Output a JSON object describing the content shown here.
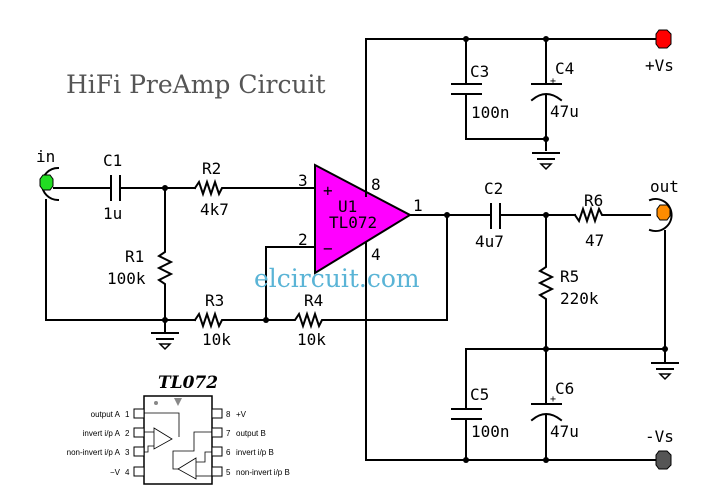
{
  "title": "HiFi PreAmp Circuit",
  "watermark": "elcircuit.com",
  "colors": {
    "opamp_fill": "#ff00ff",
    "input_jack": "#22dd22",
    "output_jack": "#ff8c00",
    "pos_supply": "#ff0000",
    "neg_supply": "#555555",
    "watermark": "#5ab4d6"
  },
  "terminals": {
    "input": "in",
    "output": "out",
    "pos_supply": "+Vs",
    "neg_supply": "-Vs"
  },
  "opamp": {
    "ref": "U1",
    "part": "TL072",
    "pin_noninv": "3",
    "pin_inv": "2",
    "pin_out": "1",
    "pin_vpos": "8",
    "pin_vneg": "4",
    "plus_sign": "+",
    "minus_sign": "−"
  },
  "components": {
    "C1": {
      "ref": "C1",
      "value": "1u"
    },
    "C2": {
      "ref": "C2",
      "value": "4u7"
    },
    "C3": {
      "ref": "C3",
      "value": "100n"
    },
    "C4": {
      "ref": "C4",
      "value": "47u"
    },
    "C5": {
      "ref": "C5",
      "value": "100n"
    },
    "C6": {
      "ref": "C6",
      "value": "47u"
    },
    "R1": {
      "ref": "R1",
      "value": "100k"
    },
    "R2": {
      "ref": "R2",
      "value": "4k7"
    },
    "R3": {
      "ref": "R3",
      "value": "10k"
    },
    "R4": {
      "ref": "R4",
      "value": "10k"
    },
    "R5": {
      "ref": "R5",
      "value": "220k"
    },
    "R6": {
      "ref": "R6",
      "value": "47"
    }
  },
  "pinout": {
    "title": "TL072",
    "left": [
      {
        "num": "1",
        "label": "output A"
      },
      {
        "num": "2",
        "label": "invert i/p A"
      },
      {
        "num": "3",
        "label": "non-invert i/p A"
      },
      {
        "num": "4",
        "label": "−V"
      }
    ],
    "right": [
      {
        "num": "8",
        "label": "+V"
      },
      {
        "num": "7",
        "label": "output B"
      },
      {
        "num": "6",
        "label": "invert i/p B"
      },
      {
        "num": "5",
        "label": "non-invert i/p B"
      }
    ]
  }
}
